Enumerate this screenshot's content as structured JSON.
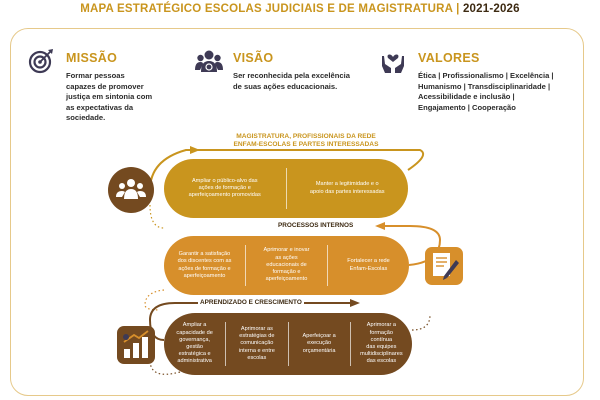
{
  "header": {
    "title_main": "MAPA ESTRATÉGICO ESCOLAS  JUDICIAIS E DE MAGISTRATURA |",
    "title_period": "2021-2026"
  },
  "missao": {
    "title": "MISSÃO",
    "lines": [
      "Formar pessoas",
      "capazes de promover",
      "justiça em sintonia com",
      "as expectativas da",
      "sociedade."
    ]
  },
  "visao": {
    "title": "VISÃO",
    "lines": [
      "Ser reconhecida pela excelência",
      "de suas ações educacionais."
    ]
  },
  "valores": {
    "title": "VALORES",
    "lines": [
      "Ética | Profissionalismo | Excelência |",
      "Humanismo |  Transdisciplinaridade |",
      "Acessibilidade e inclusão |",
      "Engajamento | Cooperação"
    ]
  },
  "perspectives": {
    "stakeholders_label": [
      "MAGISTRATURA, PROFISSIONAIS DA REDE",
      "ENFAM-ESCOLAS E PARTES INTERESSADAS"
    ],
    "processos_label": "PROCESSOS INTERNOS",
    "aprendizado_label": "APRENDIZADO E CRESCIMENTO"
  },
  "objectives": {
    "stakeholders": [
      {
        "lines": [
          "Ampliar o público-alvo das",
          "ações de formação e",
          "aperfeiçoamento promovidas"
        ]
      },
      {
        "lines": [
          "Manter a legitimidade e o",
          "apoio das partes interessadas"
        ]
      }
    ],
    "processos": [
      {
        "lines": [
          "Garantir a satisfação",
          "dos discentes com as",
          "ações de formação e",
          "aperfeiçoamento"
        ]
      },
      {
        "lines": [
          "Aprimorar e inovar",
          "as ações",
          "educacionais de",
          "formação e",
          "aperfeiçoamento"
        ]
      },
      {
        "lines": [
          "Fortalecer a rede",
          "Enfam-Escolas"
        ]
      }
    ],
    "aprendizado": [
      {
        "lines": [
          "Ampliar a",
          "capacidade de",
          "governança, gestão",
          "estratégica e",
          "administrativa"
        ]
      },
      {
        "lines": [
          "Aprimorar as",
          "estratégias de",
          "comunicação",
          "interna e entre",
          "escolas"
        ]
      },
      {
        "lines": [
          "Aperfeiçoar a",
          "execução",
          "orçamentária"
        ]
      },
      {
        "lines": [
          "Aprimorar a",
          "formação contínua",
          "das equipes",
          "multidisciplinares",
          "das escolas"
        ]
      }
    ]
  },
  "icons": {
    "missao": "target-icon",
    "visao": "group-icon",
    "valores": "hands-heart-icon",
    "stakeholders": "people-group-icon",
    "processos": "document-pen-icon",
    "aprendizado": "growth-chart-icon"
  },
  "colors": {
    "gold": "#c9951e",
    "orange": "#d78f2b",
    "brown": "#744a20",
    "dark": "#3d2a12",
    "icon_dark": "#3e3a55"
  }
}
